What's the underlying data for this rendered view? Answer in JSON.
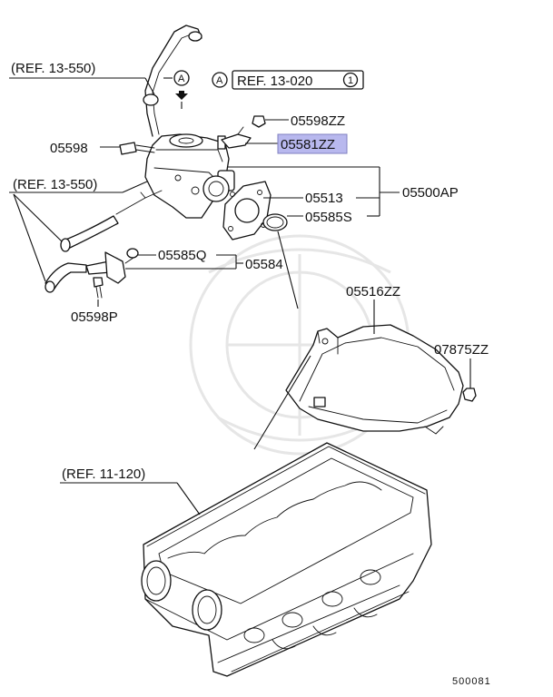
{
  "labels": {
    "ref_13_550_top": "(REF. 13-550)",
    "ref_13_550_mid": "(REF. 13-550)",
    "ref_13_020": "REF. 13-020",
    "ref_13_020_circle": "1",
    "marker_a": "A",
    "ref_11_120": "(REF. 11-120)",
    "p05598ZZ": "05598ZZ",
    "p05581ZZ": "05581ZZ",
    "p05598": "05598",
    "p05513": "05513",
    "p05500AP": "05500AP",
    "p05585S": "05585S",
    "p05585Q": "05585Q",
    "p05584": "05584",
    "p05598P": "05598P",
    "p05516ZZ": "05516ZZ",
    "p07875ZZ": "07875ZZ",
    "diagram_code": "500081"
  },
  "colors": {
    "highlight": "#b8b8ee",
    "highlight_border": "#8080c0",
    "line": "#111111",
    "watermark": "#e6e6e6"
  }
}
